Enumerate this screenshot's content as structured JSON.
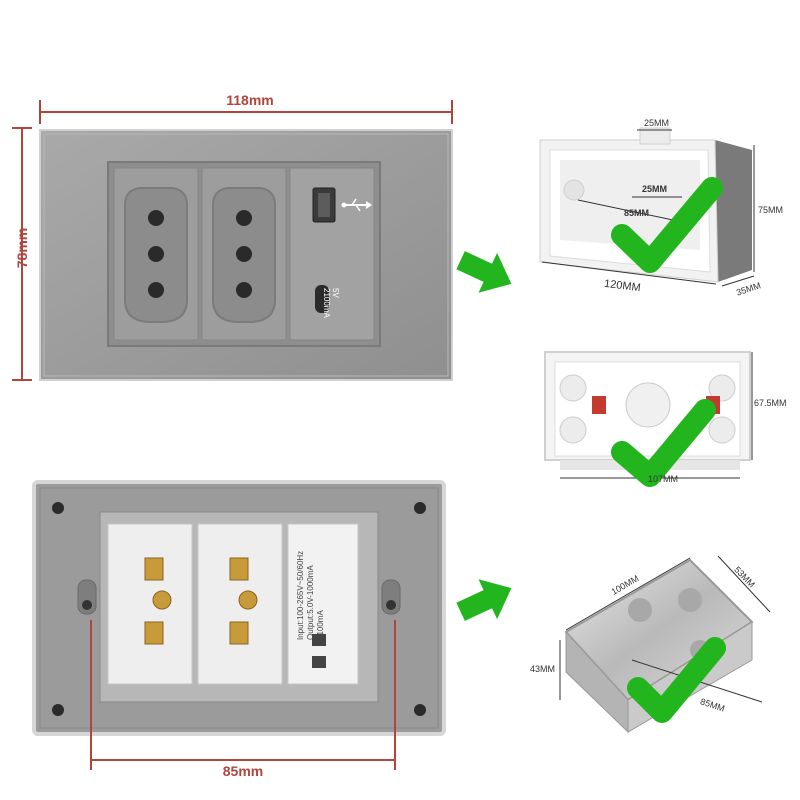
{
  "front_plate": {
    "width_label": "118mm",
    "height_label": "78mm",
    "usb_label_voltage": "5V",
    "usb_label_current": "2100mA"
  },
  "back_plate": {
    "spacing_label": "85mm",
    "module_text_1": "Input:100-265V~50/60Hz",
    "module_text_2": "Output:5.0V-1000mA",
    "module_text_3": "2100mA"
  },
  "box_plastic_1": {
    "top_label": "25MM",
    "inner_label": "25MM",
    "span_label": "85MM",
    "height_label": "75MM",
    "width_label": "120MM",
    "depth_label": "35MM"
  },
  "box_plastic_2": {
    "height_label": "67.5MM",
    "width_label": "107MM"
  },
  "box_metal": {
    "length_label": "100MM",
    "depth_label": "53MM",
    "height_label": "43MM",
    "span_label": "85MM"
  },
  "colors": {
    "dimension_red": "#b1443d",
    "check_green": "#22b51e",
    "plate_gray": "#9a9a9a"
  }
}
